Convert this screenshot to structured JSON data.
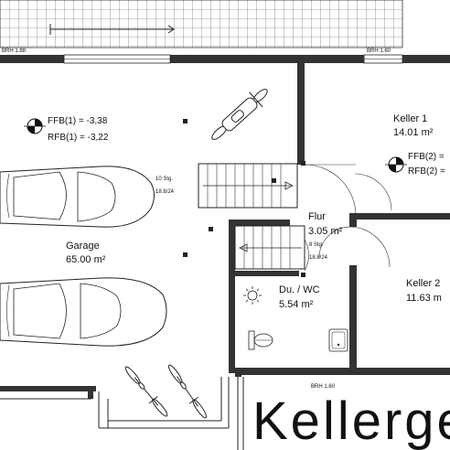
{
  "plan": {
    "title": "Kellerges",
    "rooms": [
      {
        "name": "Garage",
        "area": "65.00 m²"
      },
      {
        "name": "Keller 1",
        "area": "14.01 m²"
      },
      {
        "name": "Flur",
        "area": "3.05 m²"
      },
      {
        "name": "Du. / WC",
        "area": "5.54 m²"
      },
      {
        "name": "Keller 2",
        "area": "11.63 m"
      }
    ],
    "levels": {
      "garage": {
        "ffb": "FFB(1) = -3,38",
        "rfb": "RFB(1) = -3,22"
      },
      "keller1": {
        "ffb": "FFB(2) =",
        "rfb": "RFB(2) ="
      }
    },
    "stairs": [
      {
        "steps": "10 Stg.",
        "ratio": "18.8/24"
      },
      {
        "steps": "8 Stg.",
        "ratio": "18.8/24"
      }
    ],
    "sill_heights": [
      "BRH 1.88",
      "BRH 1.60",
      "BRH 1.60"
    ]
  },
  "colors": {
    "line": "#222222",
    "wall": "#333333",
    "hatch": "#555555"
  }
}
